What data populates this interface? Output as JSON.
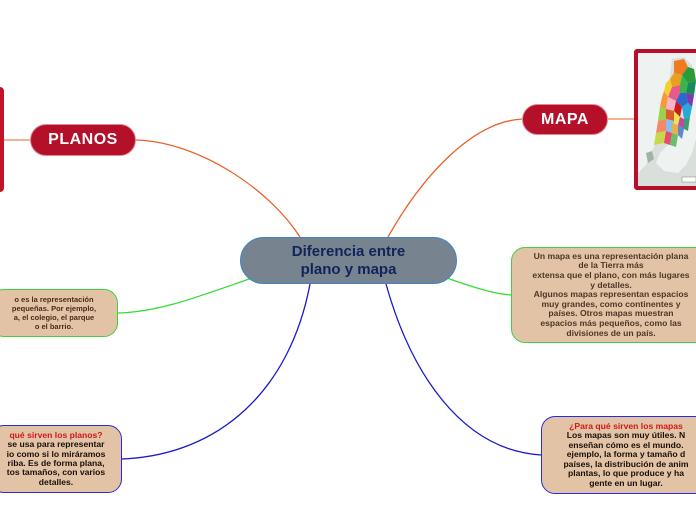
{
  "central": {
    "line1": "Diferencia entre",
    "line2": "plano y mapa"
  },
  "planos": {
    "label": "PLANOS",
    "definition": [
      "o es la representación",
      "pequeñas. Por ejemplo,",
      "a, el colegio, el parque",
      "o el barrio."
    ],
    "purpose_title": "qué sirven los planos?",
    "purpose_lines": [
      "se usa para representar",
      "io como si lo miráramos",
      "riba. Es de forma plana,",
      "tos tamaños, con varios",
      "detalles."
    ]
  },
  "mapa": {
    "label": "MAPA",
    "definition": [
      "Un mapa es una representación plana",
      "de la Tierra más",
      "extensa que el plano, con más lugares",
      "y detalles.",
      "Algunos mapas representan espacios",
      "muy grandes, como continentes y",
      "países. Otros mapas muestran",
      "espacios más pequeños, como las",
      "divisiones de un país."
    ],
    "purpose_title": "¿Para qué sirven los mapas",
    "purpose_lines": [
      "Los mapas son muy útiles. N",
      "enseñan cómo es el mundo.",
      "ejemplo, la forma y tamaño d",
      "países, la distribución de anim",
      "plantas, lo que produce y ha",
      "gente en un lugar."
    ]
  },
  "colors": {
    "central_fill": "#778490",
    "pill_fill": "#b5102a",
    "bubble_fill": "#e2c3a6",
    "line_orange": "#e8632a",
    "line_green": "#33dd33",
    "line_blue": "#1a1acc"
  }
}
